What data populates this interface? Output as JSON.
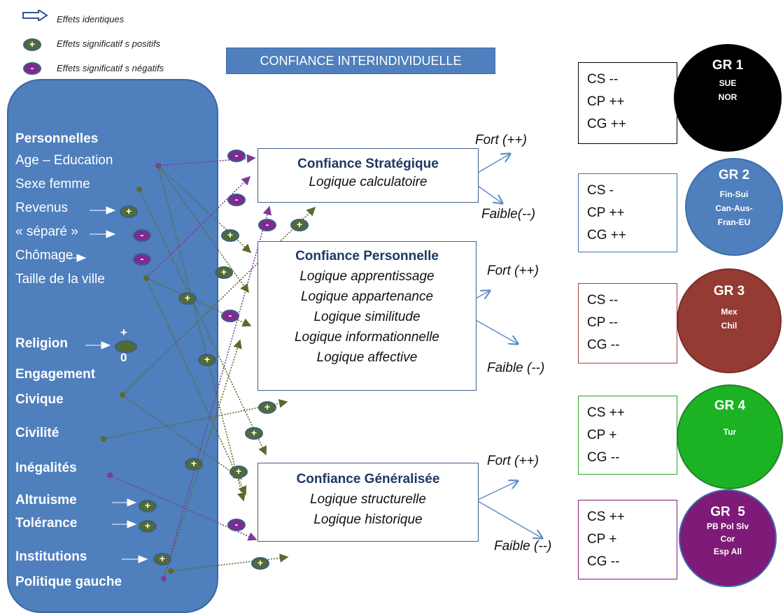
{
  "legend": {
    "identical": "Effets identiques",
    "positive": "Effets significatif s positifs",
    "negative": "Effets significatif s négatifs",
    "plus": "+",
    "minus": "-"
  },
  "title": "CONFIANCE INTERINDIVIDUELLE",
  "factors": {
    "personnelles": "Personnelles",
    "age_education": "Age – Education",
    "sexe": "Sexe femme",
    "revenus": "Revenus",
    "separe": "« séparé »",
    "chomage": "Chômage",
    "taille": "Taille de la ville",
    "religion": "Religion",
    "religion_top": "+",
    "religion_bottom": "0",
    "engagement": "Engagement",
    "civique": "Civique",
    "civilite": "Civilité",
    "inegalites": "Inégalités",
    "altruisme": "Altruisme",
    "tolerance": "Tolérance",
    "institutions": "Institutions",
    "politique": "Politique gauche"
  },
  "boxes": {
    "strategique": {
      "title": "Confiance Stratégique",
      "lines": [
        "Logique calculatoire"
      ]
    },
    "personnelle": {
      "title": "Confiance Personnelle",
      "lines": [
        "Logique apprentissage",
        "Logique appartenance",
        "Logique similitude",
        "Logique informationnelle",
        "Logique affective"
      ]
    },
    "generalisee": {
      "title": "Confiance Généralisée",
      "lines": [
        "Logique structurelle",
        "Logique historique"
      ]
    }
  },
  "strength": {
    "strong": "Fort (++)",
    "weak_cs": "Faible(--)",
    "weak_other": "Faible (--)"
  },
  "groups": [
    {
      "label": "GR 1",
      "sub": [
        "SUE",
        "NOR"
      ],
      "cs": "CS --",
      "cp": "CP ++",
      "cg": "CG ++",
      "color": "#000000",
      "border": "#000000"
    },
    {
      "label": "GR 2",
      "sub": [
        "Fin-Sui",
        "Can-Aus-",
        "Fran-EU"
      ],
      "cs": "CS -",
      "cp": "CP ++",
      "cg": "CG ++",
      "color": "#4f7fbd",
      "border": "#3d6fab"
    },
    {
      "label": "GR 3",
      "sub": [
        "Mex",
        "Chil"
      ],
      "cs": "CS --",
      "cp": "CP --",
      "cg": "CG --",
      "color": "#943b33",
      "border": "#a04040"
    },
    {
      "label": "GR 4",
      "sub": [
        "Tur"
      ],
      "cs": "CS ++",
      "cp": "CP +",
      "cg": "CG --",
      "color": "#1bb324",
      "border": "#2aa42a"
    },
    {
      "label": "GR  5",
      "sub": [
        "PB Pol Slv",
        "Cor",
        "Esp All"
      ],
      "cs": "CS ++",
      "cp": "CP +",
      "cg": "CG --",
      "color": "#7e1a78",
      "border": "#7e1a78"
    }
  ],
  "colors": {
    "panel": "#4f7fbd",
    "positive_line": "#5a6b2c",
    "negative_line": "#7e3a9a",
    "arrow": "#5b8ac4"
  }
}
